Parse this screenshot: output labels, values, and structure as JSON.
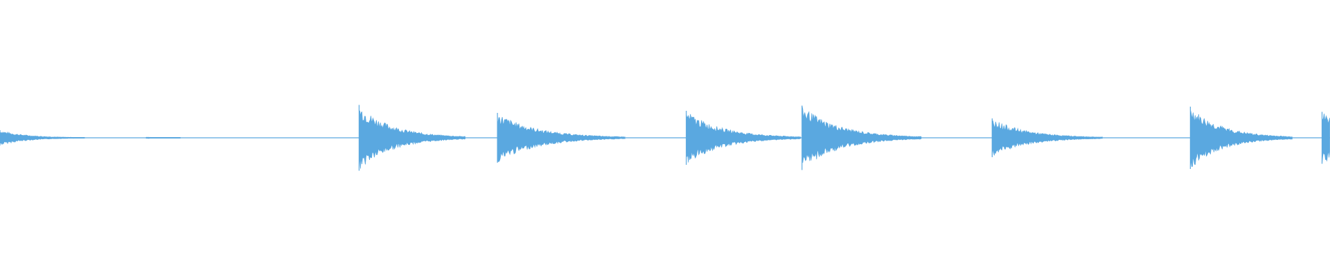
{
  "waveform": {
    "color": "#5aa8e0",
    "background": "#ffffff",
    "transients": [
      {
        "position": 0.0,
        "amplitude": 0.22,
        "decay": 0.02
      },
      {
        "position": 0.11,
        "amplitude": 0.02,
        "decay": 0.008
      },
      {
        "position": 0.27,
        "amplitude": 0.95,
        "decay": 0.025
      },
      {
        "position": 0.374,
        "amplitude": 0.72,
        "decay": 0.03
      },
      {
        "position": 0.516,
        "amplitude": 0.78,
        "decay": 0.027
      },
      {
        "position": 0.603,
        "amplitude": 0.93,
        "decay": 0.028
      },
      {
        "position": 0.746,
        "amplitude": 0.56,
        "decay": 0.026
      },
      {
        "position": 0.895,
        "amplitude": 0.9,
        "decay": 0.024
      },
      {
        "position": 0.994,
        "amplitude": 0.75,
        "decay": 0.03
      }
    ]
  }
}
